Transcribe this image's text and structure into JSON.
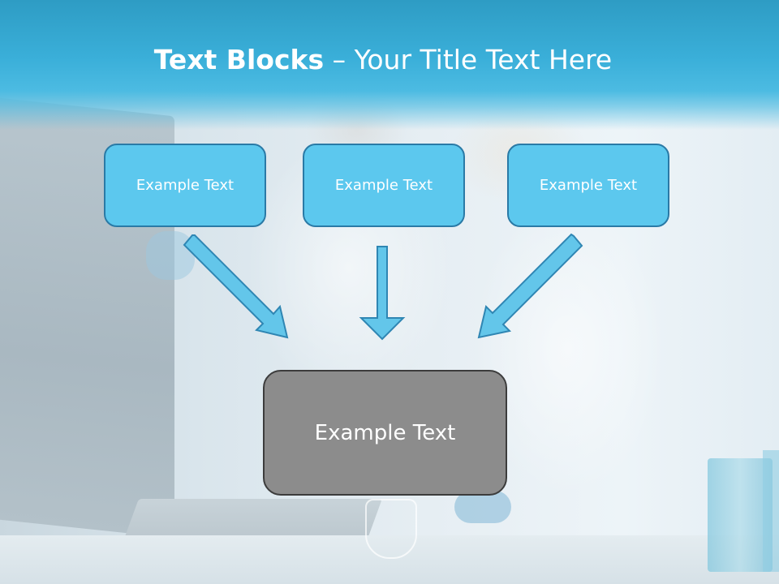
{
  "title": {
    "bold": "Text Blocks",
    "dash": " – ",
    "rest": "Your Title Text Here"
  },
  "boxes": {
    "top": [
      "Example Text",
      "Example Text",
      "Example Text"
    ],
    "bottom": "Example Text"
  },
  "colors": {
    "title_bar": "#3aafd9",
    "top_box_fill": "#5cc8ee",
    "top_box_border": "#2a7aa6",
    "bottom_box_fill": "#8c8c8c",
    "arrow_fill": "#63c6ea"
  }
}
